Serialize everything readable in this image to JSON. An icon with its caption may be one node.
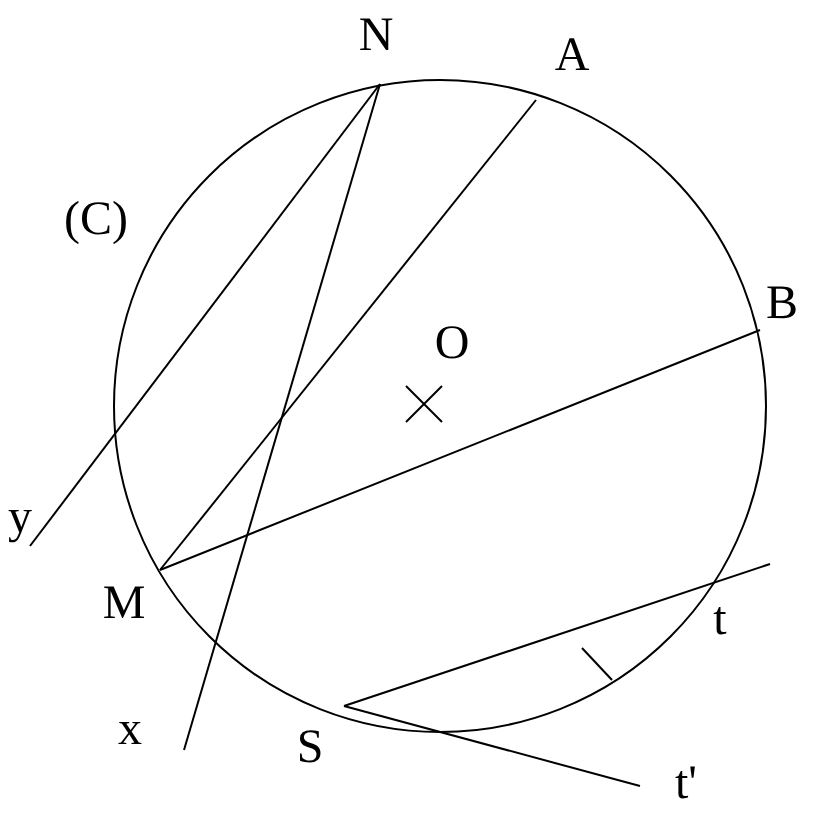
{
  "diagram": {
    "nodes": [
      {
        "text": [
          "N"
        ]
      },
      {
        "text": [
          "A"
        ]
      },
      {
        "text": [
          "B"
        ]
      },
      {
        "text": [
          "M"
        ]
      },
      {
        "text": [
          "S"
        ]
      },
      {
        "text": [
          "y"
        ]
      },
      {
        "text": [
          "x"
        ]
      },
      {
        "text": [
          "t"
        ]
      },
      {
        "text": [
          "t'"
        ]
      }
    ],
    "edges": [
      {
        "from": 0,
        "to": 5,
        "arrow": "none"
      },
      {
        "from": 0,
        "to": 6,
        "arrow": "none"
      },
      {
        "from": 1,
        "to": 3,
        "arrow": "none"
      },
      {
        "from": 3,
        "to": 2,
        "arrow": "none"
      },
      {
        "from": 4,
        "to": 7,
        "arrow": "none"
      },
      {
        "from": 4,
        "to": 8,
        "arrow": "none"
      }
    ],
    "labels": [
      "(C)",
      "O"
    ]
  }
}
